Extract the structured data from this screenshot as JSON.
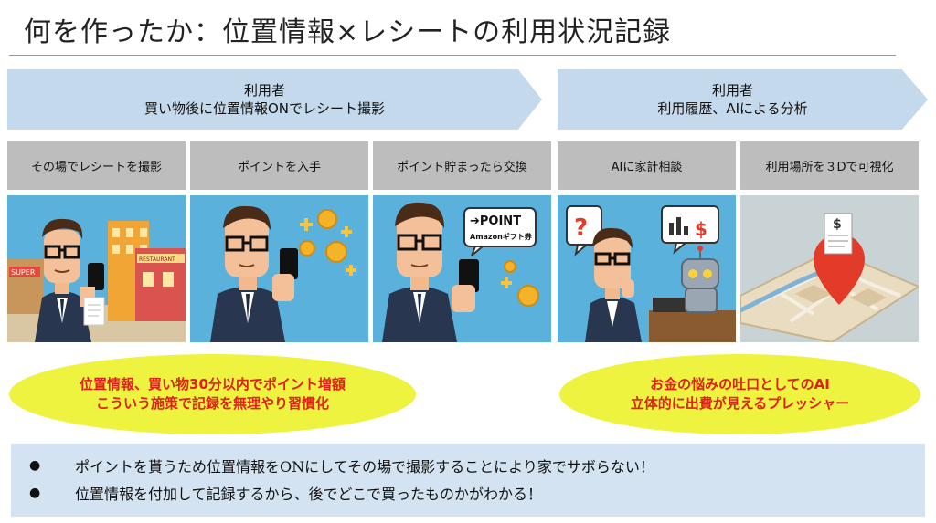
{
  "title": "何を作ったか：位置情報×レシートの利用状況記録",
  "phases": [
    {
      "role": "利用者",
      "description": "買い物後に位置情報ONでレシート撮影"
    },
    {
      "role": "利用者",
      "description": "利用履歴、AIによる分析"
    }
  ],
  "steps": [
    {
      "label": "その場でレシートを撮影",
      "icon": "man-photographing-receipt-illustration",
      "sign1": "SUPER",
      "sign2": "RESTAURANT"
    },
    {
      "label": "ポイントを入手",
      "icon": "man-earning-coins-illustration"
    },
    {
      "label": "ポイント貯まったら交換",
      "icon": "man-exchanging-points-illustration",
      "sign1": "➔POINT",
      "sign2": "Amazonギフト券"
    },
    {
      "label": "AIに家計相談",
      "icon": "man-consulting-robot-illustration"
    },
    {
      "label": "利用場所を３Dで可視化",
      "icon": "3d-map-receipt-pin-illustration"
    }
  ],
  "callouts": [
    {
      "lines": [
        "位置情報、買い物30分以内でポイント増額",
        "こういう施策で記録を無理やり習慣化"
      ]
    },
    {
      "lines": [
        "お金の悩みの吐口としてのAI",
        "立体的に出費が見えるプレッシャー"
      ]
    }
  ],
  "notes": [
    "ポイントを貰うため位置情報をONにしてその場で撮影することにより家でサボらない！",
    "位置情報を付加して記録するから、後でどこで買ったものかがわかる！"
  ],
  "colors": {
    "arrow": "#c5d9ec",
    "step_header": "#bdbdbd",
    "panel_sky": "#5ab1dc",
    "callout_bg": "#eef33f",
    "callout_text": "#e0201a",
    "notes_bg": "#d4e3f2"
  }
}
